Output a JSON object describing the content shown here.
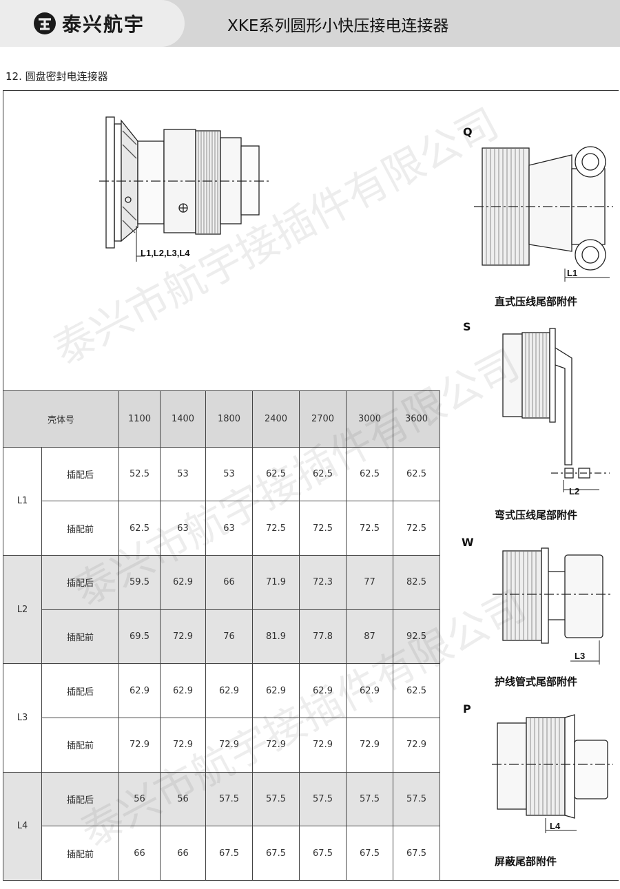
{
  "header": {
    "brand": "泰兴航宇",
    "title": "XKE系列圆形小快压接电连接器"
  },
  "section_title": "12. 圆盘密封电连接器",
  "main_drawing": {
    "dimension_label": "L1,L2,L3,L4"
  },
  "figures": [
    {
      "letter": "Q",
      "caption": "直式压线尾部附件",
      "dim": "L1"
    },
    {
      "letter": "S",
      "caption": "弯式压线尾部附件",
      "dim": "L2"
    },
    {
      "letter": "W",
      "caption": "护线管式尾部附件",
      "dim": "L3"
    },
    {
      "letter": "P",
      "caption": "屏蔽尾部附件",
      "dim": "L4"
    }
  ],
  "table": {
    "header_label": "壳体号",
    "shells": [
      "1100",
      "1400",
      "1800",
      "2400",
      "2700",
      "3000",
      "3600"
    ],
    "groups": [
      {
        "name": "L1",
        "rows": [
          {
            "label": "插配后",
            "values": [
              "52.5",
              "53",
              "53",
              "62.5",
              "62.5",
              "62.5",
              "62.5"
            ]
          },
          {
            "label": "插配前",
            "values": [
              "62.5",
              "63",
              "63",
              "72.5",
              "72.5",
              "72.5",
              "72.5"
            ]
          }
        ]
      },
      {
        "name": "L2",
        "rows": [
          {
            "label": "插配后",
            "values": [
              "59.5",
              "62.9",
              "66",
              "71.9",
              "72.3",
              "77",
              "82.5"
            ]
          },
          {
            "label": "插配前",
            "values": [
              "69.5",
              "72.9",
              "76",
              "81.9",
              "77.8",
              "87",
              "92.5"
            ]
          }
        ]
      },
      {
        "name": "L3",
        "rows": [
          {
            "label": "插配后",
            "values": [
              "62.9",
              "62.9",
              "62.9",
              "62.9",
              "62.9",
              "62.9",
              "62.5"
            ]
          },
          {
            "label": "插配前",
            "values": [
              "72.9",
              "72.9",
              "72.9",
              "72.9",
              "72.9",
              "72.9",
              "72.9"
            ]
          }
        ]
      },
      {
        "name": "L4",
        "rows": [
          {
            "label": "插配后",
            "values": [
              "56",
              "56",
              "57.5",
              "57.5",
              "57.5",
              "57.5",
              "57.5"
            ]
          },
          {
            "label": "插配前",
            "values": [
              "66",
              "66",
              "67.5",
              "67.5",
              "67.5",
              "67.5",
              "67.5"
            ]
          }
        ]
      }
    ]
  },
  "watermark": "泰兴市航宇接插件有限公司"
}
